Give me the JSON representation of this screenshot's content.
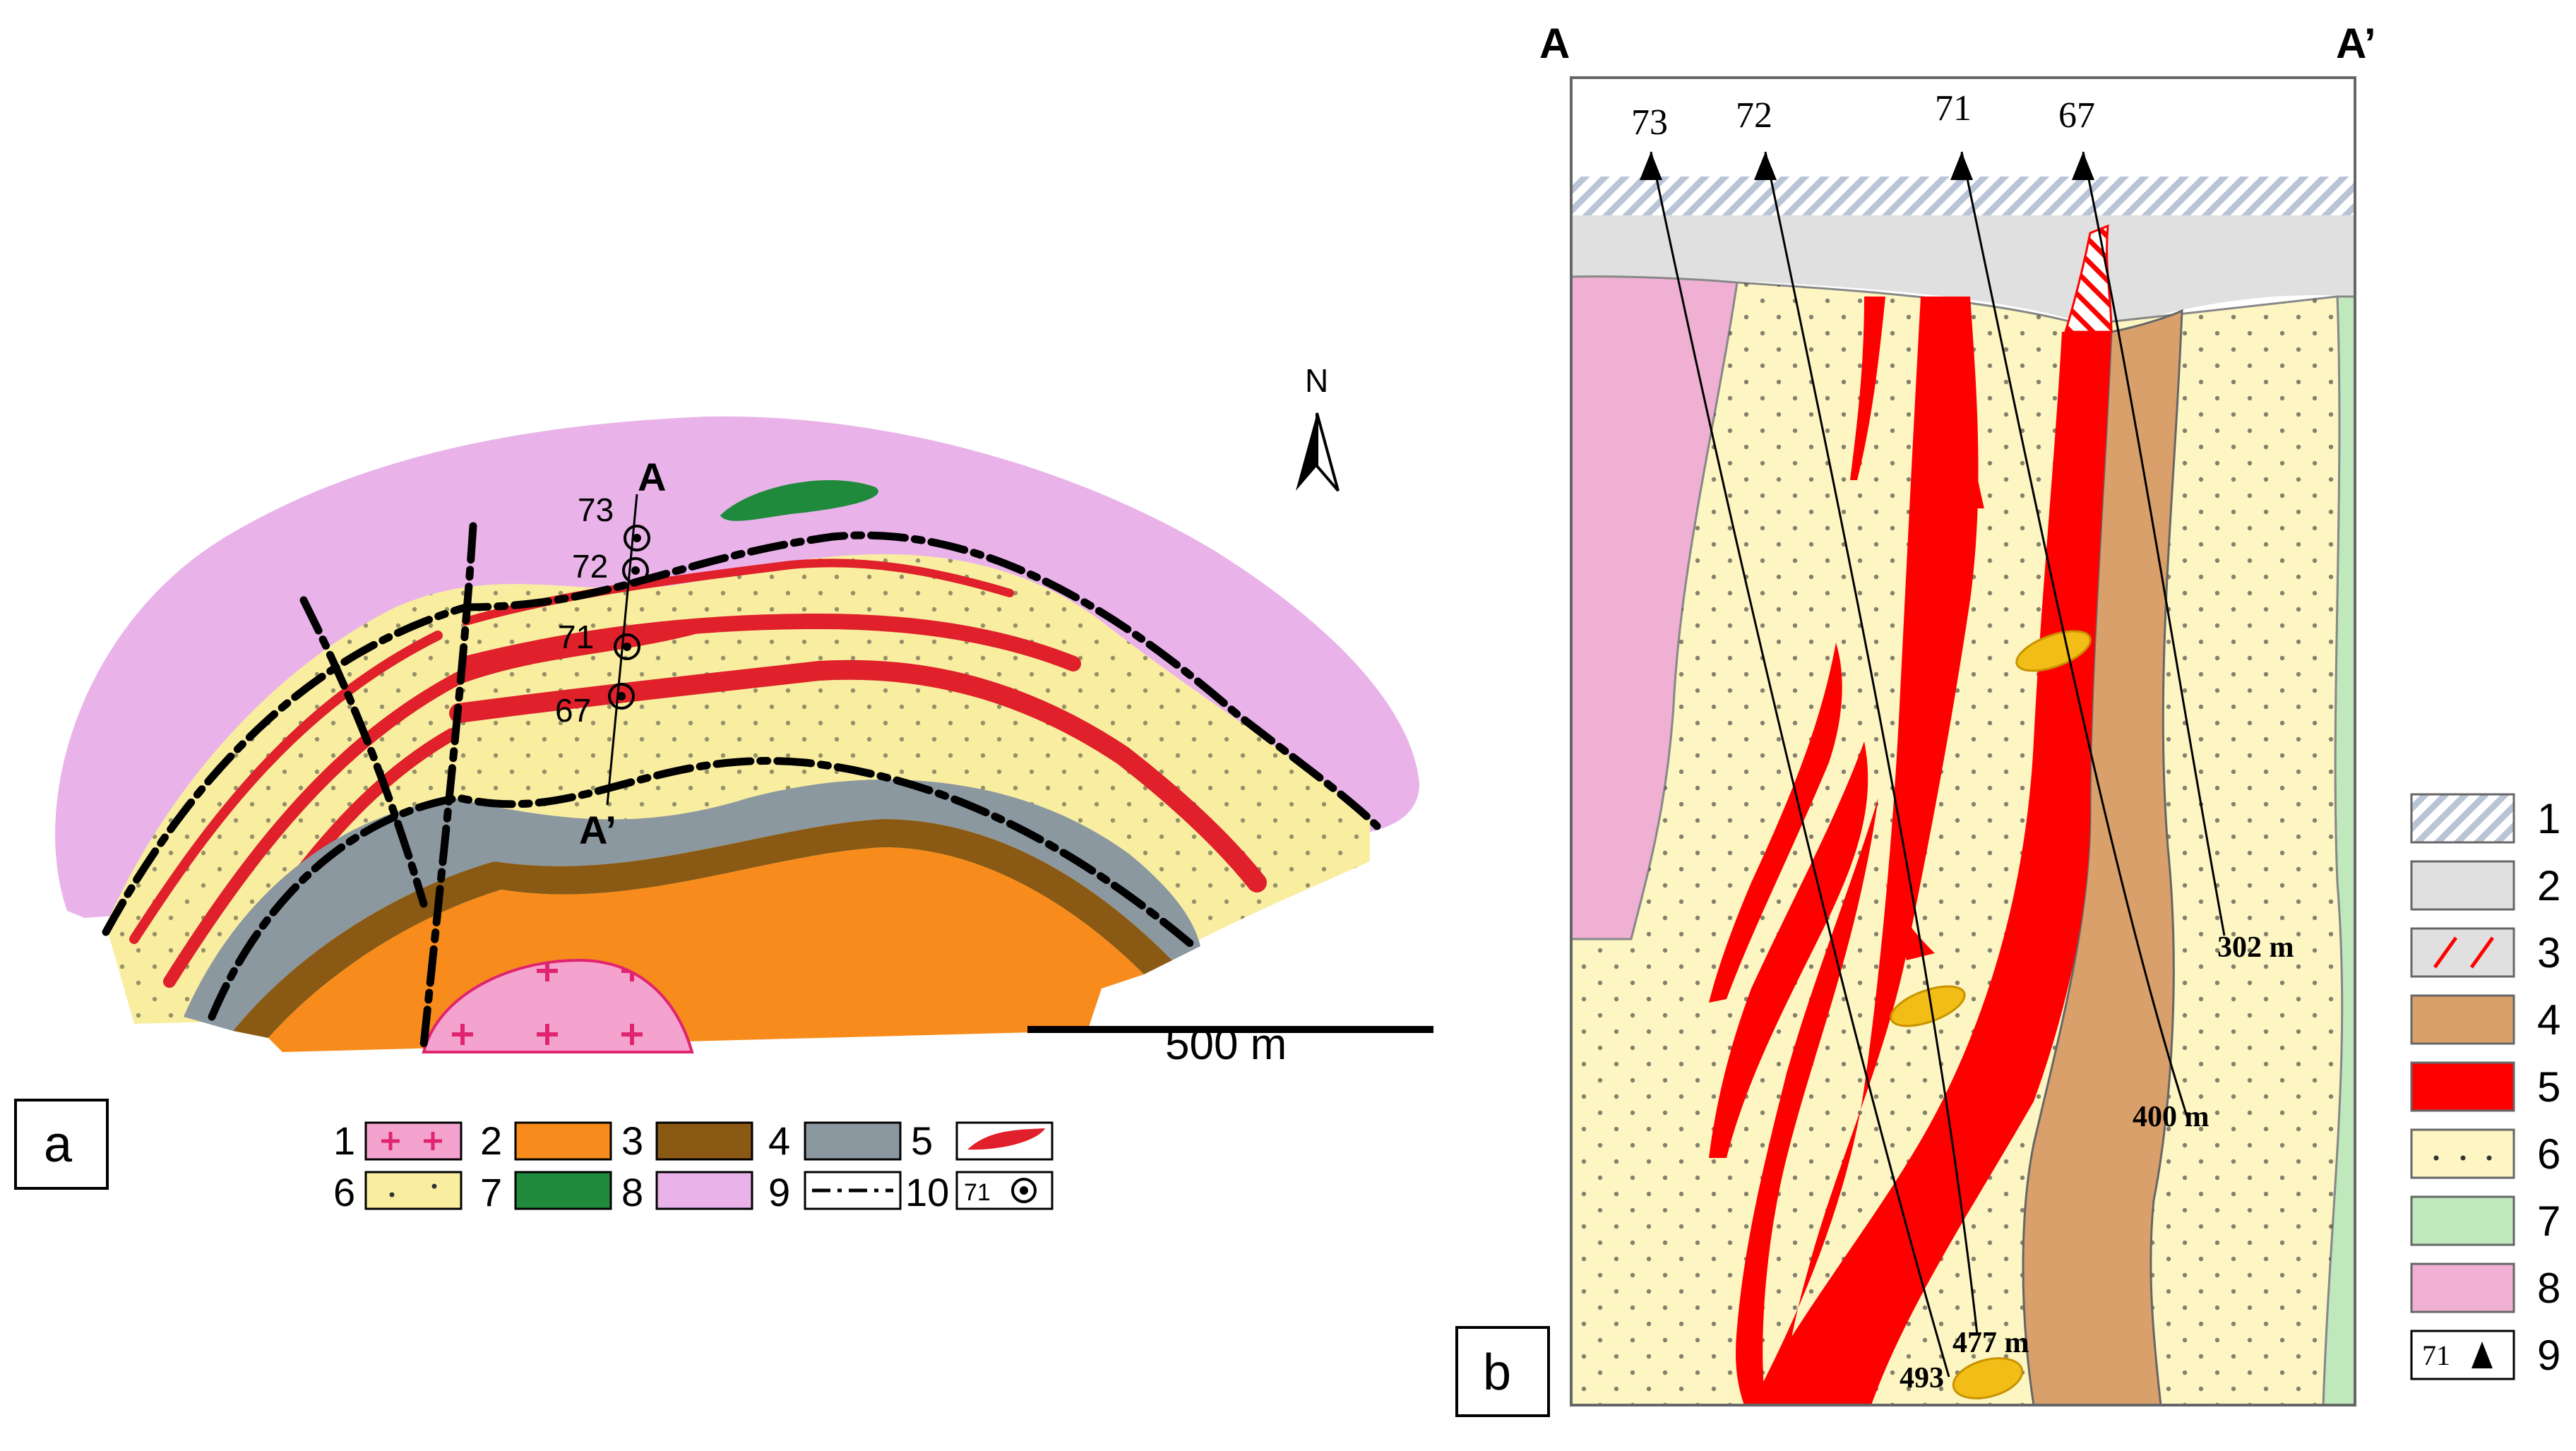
{
  "colors": {
    "granite": "#f4a3cf",
    "granite_cross": "#e0246f",
    "orange": "#f78c1c",
    "brown": "#8a5a14",
    "grey_layer": "#8c98a0",
    "red_ore": "#e0202a",
    "yellow": "#f9eea0",
    "green": "#1f8a3c",
    "pink_cover": "#e9b3ea",
    "b_hatch": "#b9c4d6",
    "b_grey": "#e0e0e0",
    "b_tan": "#d9a06b",
    "b_red": "#ff0000",
    "b_yellow": "#fdf6c3",
    "b_green": "#bfe8bd",
    "b_pink": "#efb0d3",
    "b_ore_body": "#f2bd16"
  },
  "panel_a": {
    "letter": "a",
    "section_start": "A",
    "section_end": "A’",
    "north": "N",
    "scale_label": "500 m",
    "wells": [
      "73",
      "72",
      "71",
      "67"
    ],
    "legend": [
      {
        "num": "1",
        "key": "granite"
      },
      {
        "num": "2",
        "key": "orange"
      },
      {
        "num": "3",
        "key": "brown"
      },
      {
        "num": "4",
        "key": "grey_layer"
      },
      {
        "num": "5",
        "key": "red_ore"
      },
      {
        "num": "6",
        "key": "yellow"
      },
      {
        "num": "7",
        "key": "green"
      },
      {
        "num": "8",
        "key": "pink_cover"
      },
      {
        "num": "9",
        "key": "fault_line"
      },
      {
        "num": "10",
        "key": "well",
        "sample": "71"
      }
    ]
  },
  "panel_b": {
    "letter": "b",
    "section_start": "A",
    "section_end": "A’",
    "wells": [
      "73",
      "72",
      "71",
      "67"
    ],
    "depths": [
      "302 m",
      "400 m",
      "477 m",
      "493"
    ],
    "legend": [
      {
        "num": "1",
        "key": "b_hatch"
      },
      {
        "num": "2",
        "key": "b_grey"
      },
      {
        "num": "3",
        "key": "b_hatch_red"
      },
      {
        "num": "4",
        "key": "b_tan"
      },
      {
        "num": "5",
        "key": "b_red"
      },
      {
        "num": "6",
        "key": "b_yellow"
      },
      {
        "num": "7",
        "key": "b_green"
      },
      {
        "num": "8",
        "key": "b_pink"
      },
      {
        "num": "9",
        "key": "well",
        "sample": "71"
      }
    ]
  }
}
